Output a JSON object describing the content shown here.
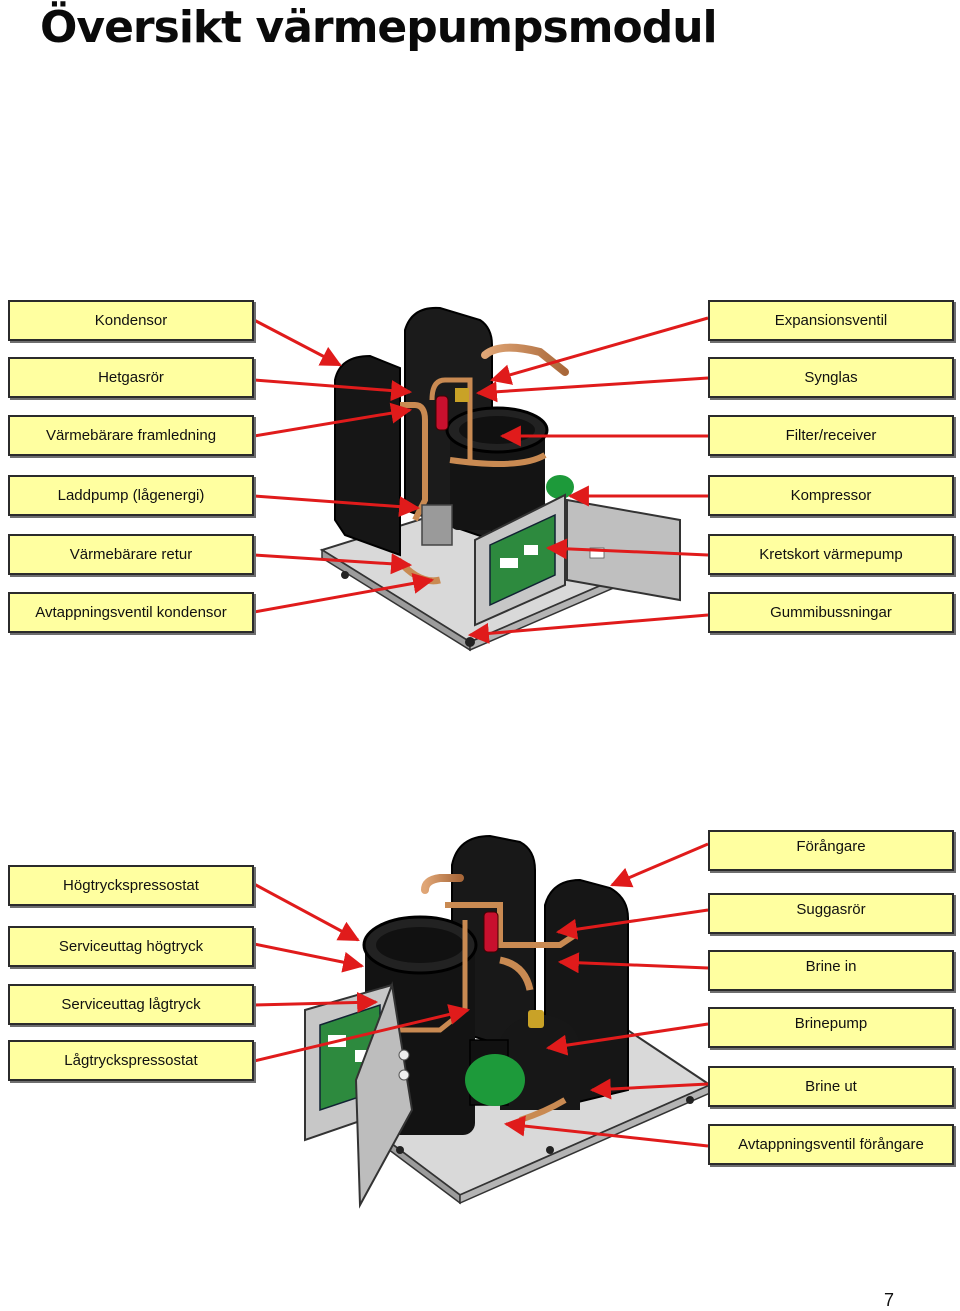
{
  "page": {
    "title": "Översikt värmepumpsmodul",
    "page_number": "7"
  },
  "top_diagram": {
    "left_labels": [
      "Kondensor",
      "Hetgasrör",
      "Värmebärare framledning",
      "Laddpump (lågenergi)",
      "Värmebärare retur",
      "Avtappningsventil kondensor"
    ],
    "right_labels": [
      "Expansionsventil",
      "Synglas",
      "Filter/receiver",
      "Kompressor",
      "Kretskort värmepump",
      "Gummibussningar"
    ]
  },
  "bottom_diagram": {
    "left_labels": [
      "Högtryckspressostat",
      "Serviceuttag högtryck",
      "Serviceuttag lågtryck",
      "Lågtryckspressostat"
    ],
    "right_labels": [
      "Förångare",
      "Suggasrör",
      "Brine in",
      "Brinepump",
      "Brine ut",
      "Avtappningsventil förångare"
    ]
  },
  "colors": {
    "label_fill": "#ffffa0",
    "arrow": "#e01b1b",
    "unit_body": "#161616",
    "pump_green": "#1d9a3a",
    "copper": "#c98a52"
  }
}
